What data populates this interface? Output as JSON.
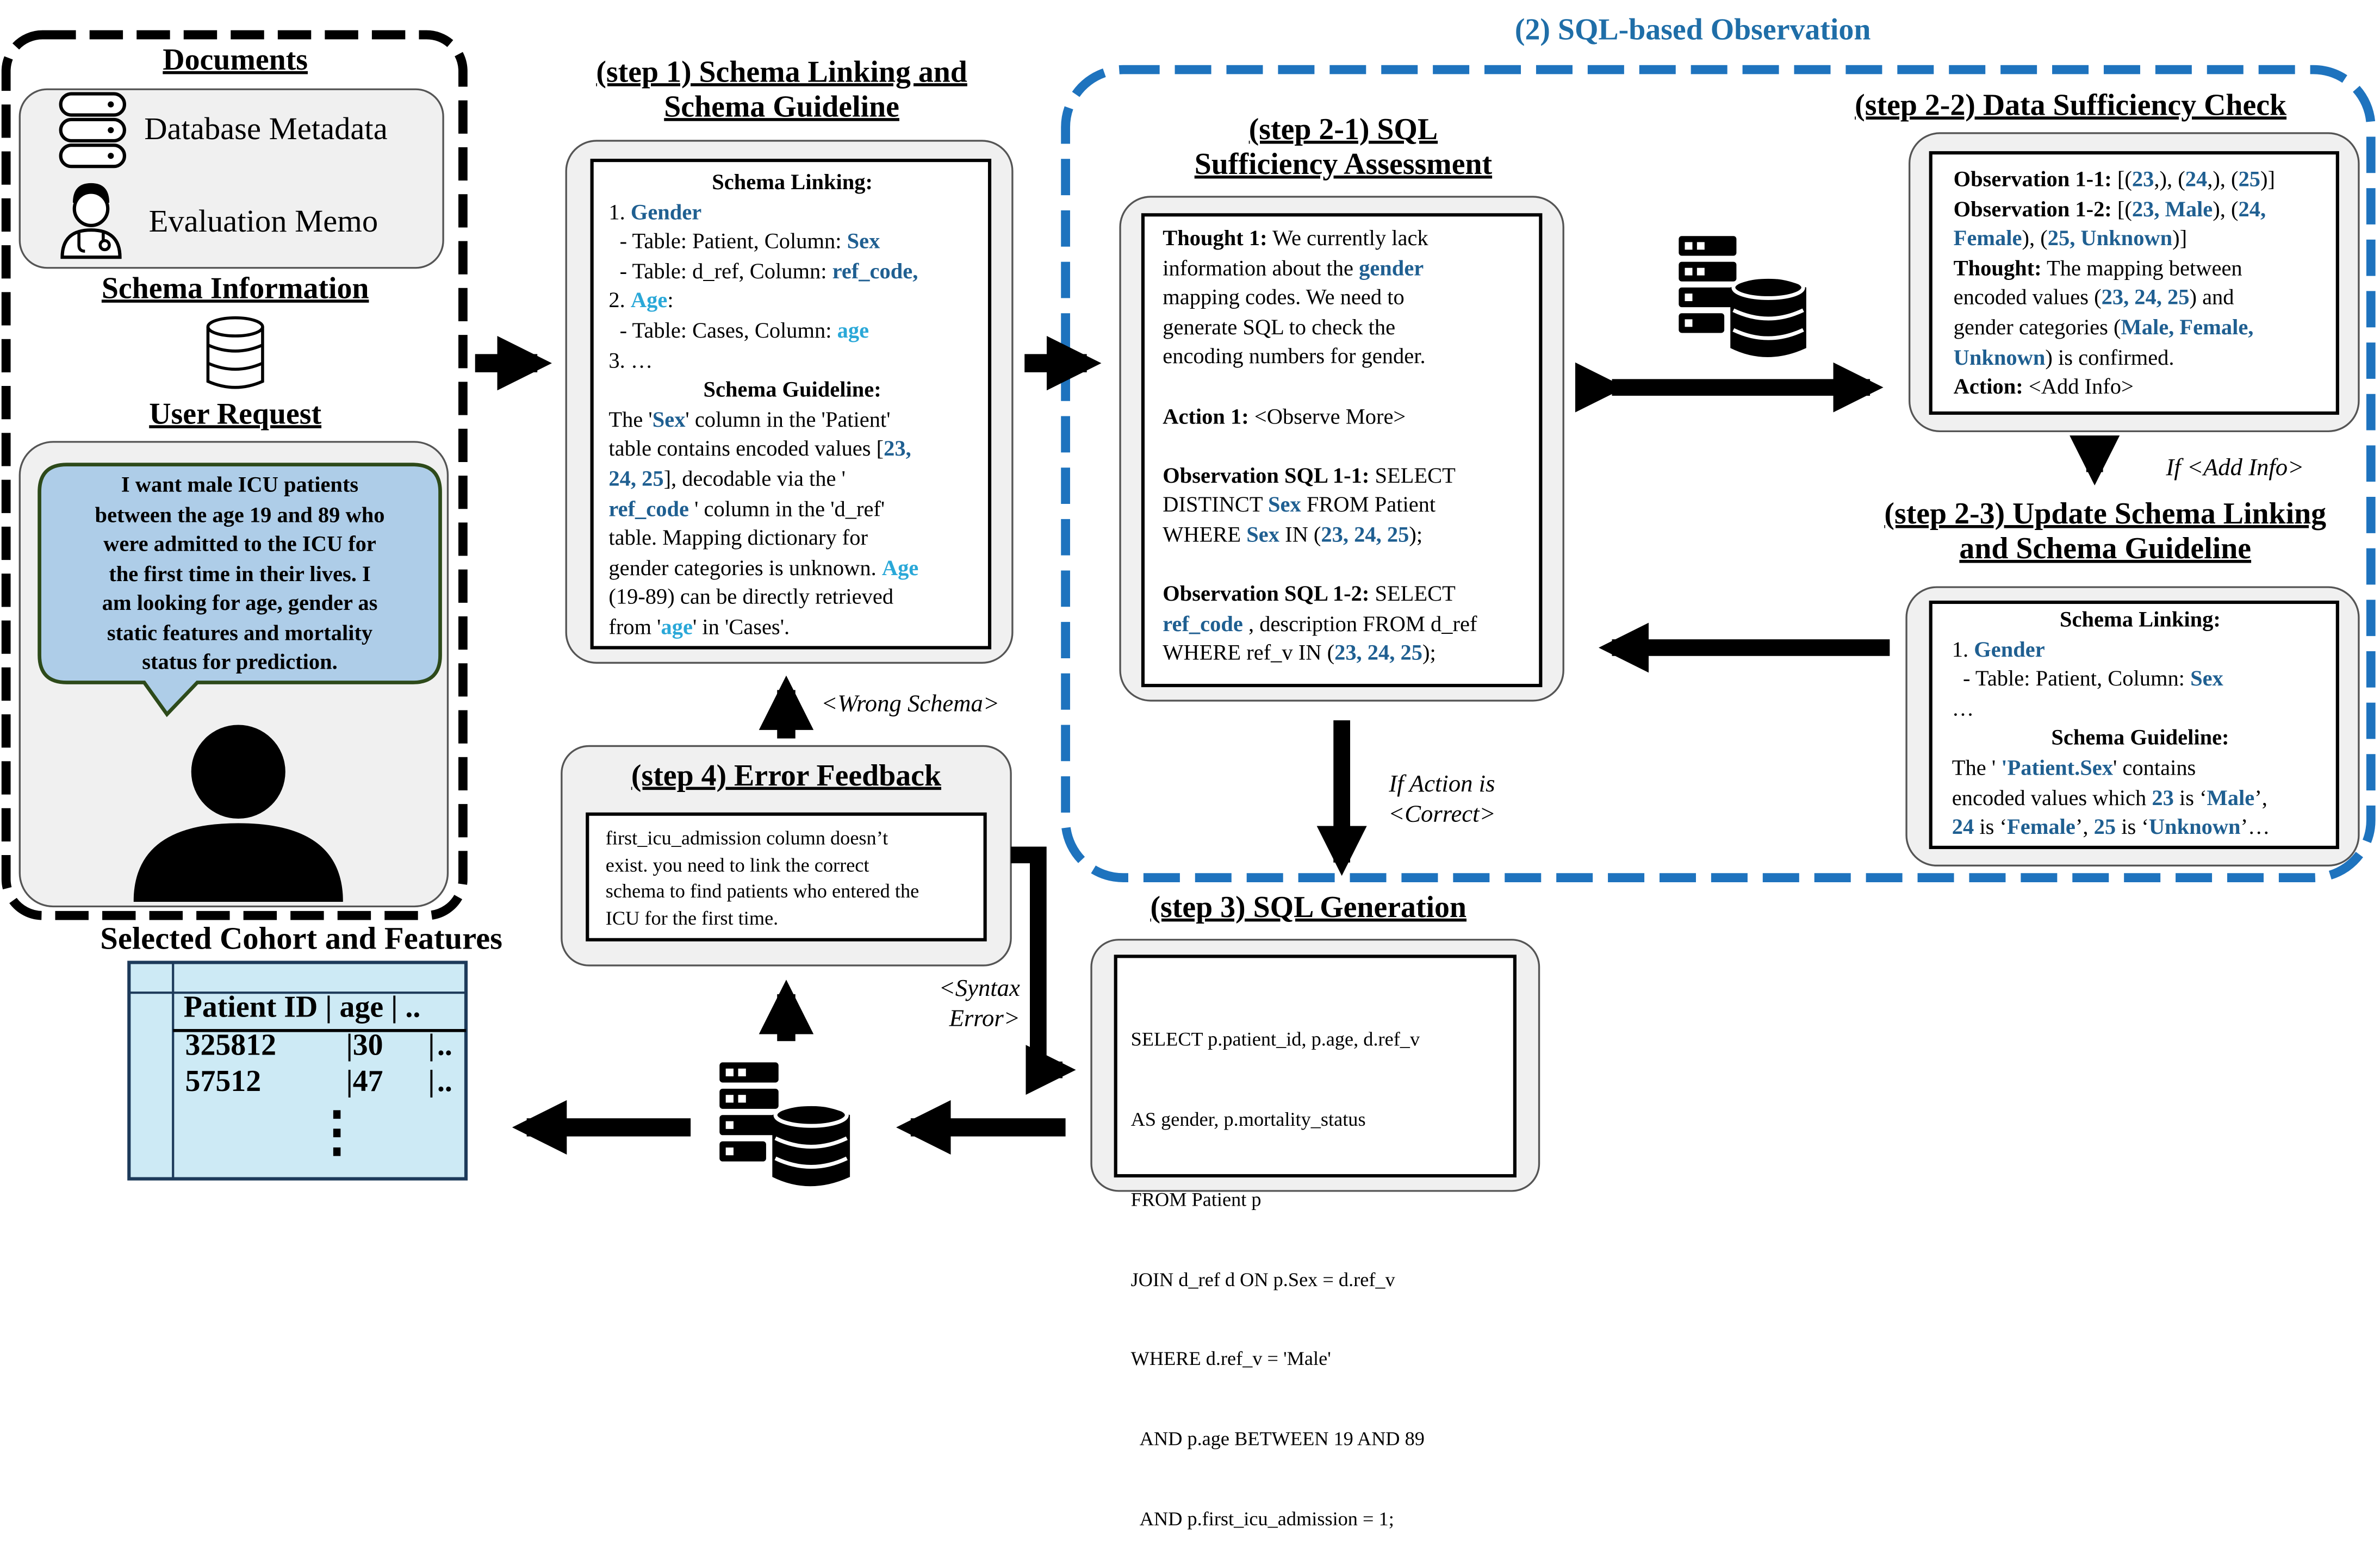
{
  "left": {
    "documents_title": "Documents",
    "db_metadata": "Database Metadata",
    "eval_memo": "Evaluation Memo",
    "schema_info_title": "Schema Information",
    "user_request_title": "User Request",
    "user_request_text": [
      "I want male ICU patients",
      "between the age 19 and 89 who",
      "were admitted to the ICU for",
      "the first time in their lives. I",
      "am looking for age, gender as",
      "static features and mortality",
      "status for prediction."
    ]
  },
  "cohort": {
    "title": "Selected Cohort and Features",
    "header": [
      "Patient ID",
      "|",
      "age",
      "|",
      ".."
    ],
    "rows": [
      [
        "325812",
        "|30",
        "|",
        ".."
      ],
      [
        "57512",
        "|47",
        "|",
        ".."
      ]
    ],
    "more": "⋮"
  },
  "step1": {
    "title_line1": "(step 1) Schema Linking and",
    "title_line2": "Schema Guideline",
    "linking_title": "Schema Linking:",
    "l1_num": "1.",
    "l1_name": "Gender",
    "l2_pre": "- Table: Patient, Column:",
    "l2_col": "Sex",
    "l3_pre": "- Table: d_ref, Column:",
    "l3_col": "ref_code,",
    "l4_num": "2.",
    "l4_name": "Age",
    "l4_colon": ":",
    "l5_pre": "- Table: Cases, Column:",
    "l5_col": "age",
    "l6": "3. …",
    "guideline_title": "Schema Guideline:",
    "g1_a": "The '",
    "g1_sex": "Sex",
    "g1_b": "' column in the 'Patient'",
    "g2_a": "table contains encoded values [",
    "g2_n": "23,",
    "g3_n": "24, 25",
    "g3_b": "], decodable via the '",
    "g4_code": "ref_code",
    "g4_b": " ' column in the 'd_ref'",
    "g5": "table. Mapping dictionary for",
    "g6_a": "gender categories is unknown. ",
    "g6_age": "Age",
    "g7": "(19-89) can be directly retrieved",
    "g8_a": "from '",
    "g8_age": "age",
    "g8_b": "' in 'Cases'."
  },
  "sqlobs_title": "(2) SQL-based Observation",
  "step21": {
    "title_line1": "(step 2-1) SQL",
    "title_line2": "Sufficiency Assessment",
    "t1_label": "Thought 1:",
    "t1_a": " We currently lack",
    "t2_a": "information about the ",
    "t2_g": "gender",
    "t3": "mapping codes. We need to",
    "t4": "generate SQL to check the",
    "t5": "encoding numbers for gender.",
    "a_label": "Action 1:",
    "a_val": " <Observe More>",
    "o11_label": "Observation SQL 1-1:",
    "o11_a": " SELECT",
    "o11_2a": "DISTINCT ",
    "o11_sex": "Sex",
    "o11_2b": " FROM Patient",
    "o11_3a": "WHERE ",
    "o11_3sex": "Sex",
    "o11_3b": " IN (",
    "o11_3n": "23, 24, 25",
    "o11_3c": ");",
    "o12_label": "Observation SQL 1-2:",
    "o12_a": " SELECT",
    "o12_code": "ref_code",
    "o12_2b": " , description FROM d_ref",
    "o12_3a": "WHERE ref_v IN (",
    "o12_3n": "23, 24, 25",
    "o12_3c": ");"
  },
  "step22": {
    "title": "(step 2-2) Data Sufficiency Check",
    "o11_label": "Observation 1-1:",
    "o11_val_a": " [(",
    "o11_n1": "23",
    "o11_m1": ",), (",
    "o11_n2": "24",
    "o11_m2": ",), (",
    "o11_n3": "25",
    "o11_end": ")]",
    "o12_label": "Observation 1-2:",
    "o12_val_a": " [(",
    "o12_v1": "23, Male",
    "o12_m1": "), (",
    "o12_v2": "24,",
    "o12_l2_v": "Female",
    "o12_l2_m": "), (",
    "o12_l2_v3": "25, Unknown",
    "o12_l2_end": ")]",
    "th_label": "Thought:",
    "th_a": " The mapping between",
    "th2_a": "encoded values (",
    "th2_n": "23, 24, 25",
    "th2_b": ") and",
    "th3_a": "gender categories (",
    "th3_v": "Male, Female,",
    "th4_v": "Unknown",
    "th4_b": ") is confirmed.",
    "ac_label": "Action:",
    "ac_val": " <Add Info>"
  },
  "if_add_info": "If <Add Info>",
  "step23": {
    "title_line1": "(step 2-3) Update Schema Linking",
    "title_line2": "and Schema Guideline",
    "linking_title": "Schema Linking:",
    "l1_num": "1. ",
    "l1_name": "Gender",
    "l2_pre": "- Table: Patient, Column: ",
    "l2_col": "Sex",
    "l3": "…",
    "guideline_title": "Schema Guideline:",
    "g1_a": "The ' ",
    "g1_v": "'Patient.Sex",
    "g1_b": "' contains",
    "g2_a": "encoded values which ",
    "g2_n": "23",
    "g2_b": " is ‘",
    "g2_v": "Male",
    "g2_c": "’,",
    "g3_n1": "24",
    "g3_a": " is ‘",
    "g3_v1": "Female",
    "g3_b": "’, ",
    "g3_n2": "25",
    "g3_c": " is ‘",
    "g3_v2": "Unknown",
    "g3_d": "’…"
  },
  "if_action": [
    "If Action is",
    "<Correct>"
  ],
  "step3": {
    "title": "(step 3) SQL Generation",
    "sql": [
      "SELECT p.patient_id, p.age, d.ref_v",
      "AS gender, p.mortality_status",
      "FROM Patient p",
      "JOIN d_ref d ON p.Sex = d.ref_v",
      "WHERE d.ref_v = 'Male'",
      "  AND p.age BETWEEN 19 AND 89",
      "  AND p.first_icu_admission = 1;"
    ]
  },
  "step4": {
    "title": "(step 4) Error Feedback",
    "text": [
      "first_icu_admission column doesn’t",
      "exist. you need to link the correct",
      "schema to find patients who entered the",
      "ICU for the first time."
    ]
  },
  "wrong_schema": "<Wrong Schema>",
  "syntax_error": [
    "<Syntax",
    "Error>"
  ],
  "icons": [
    "database-server-icon",
    "database-icon",
    "doctor-icon",
    "person-icon"
  ],
  "colors": {
    "accent_blue": "#1e73be",
    "dark_blue_text": "#1f5f91",
    "light_blue_text": "#2aa8d8",
    "bubble_fill": "#aecde8",
    "table_fill": "#cdeaf5",
    "box_fill": "#f0f0f0"
  }
}
